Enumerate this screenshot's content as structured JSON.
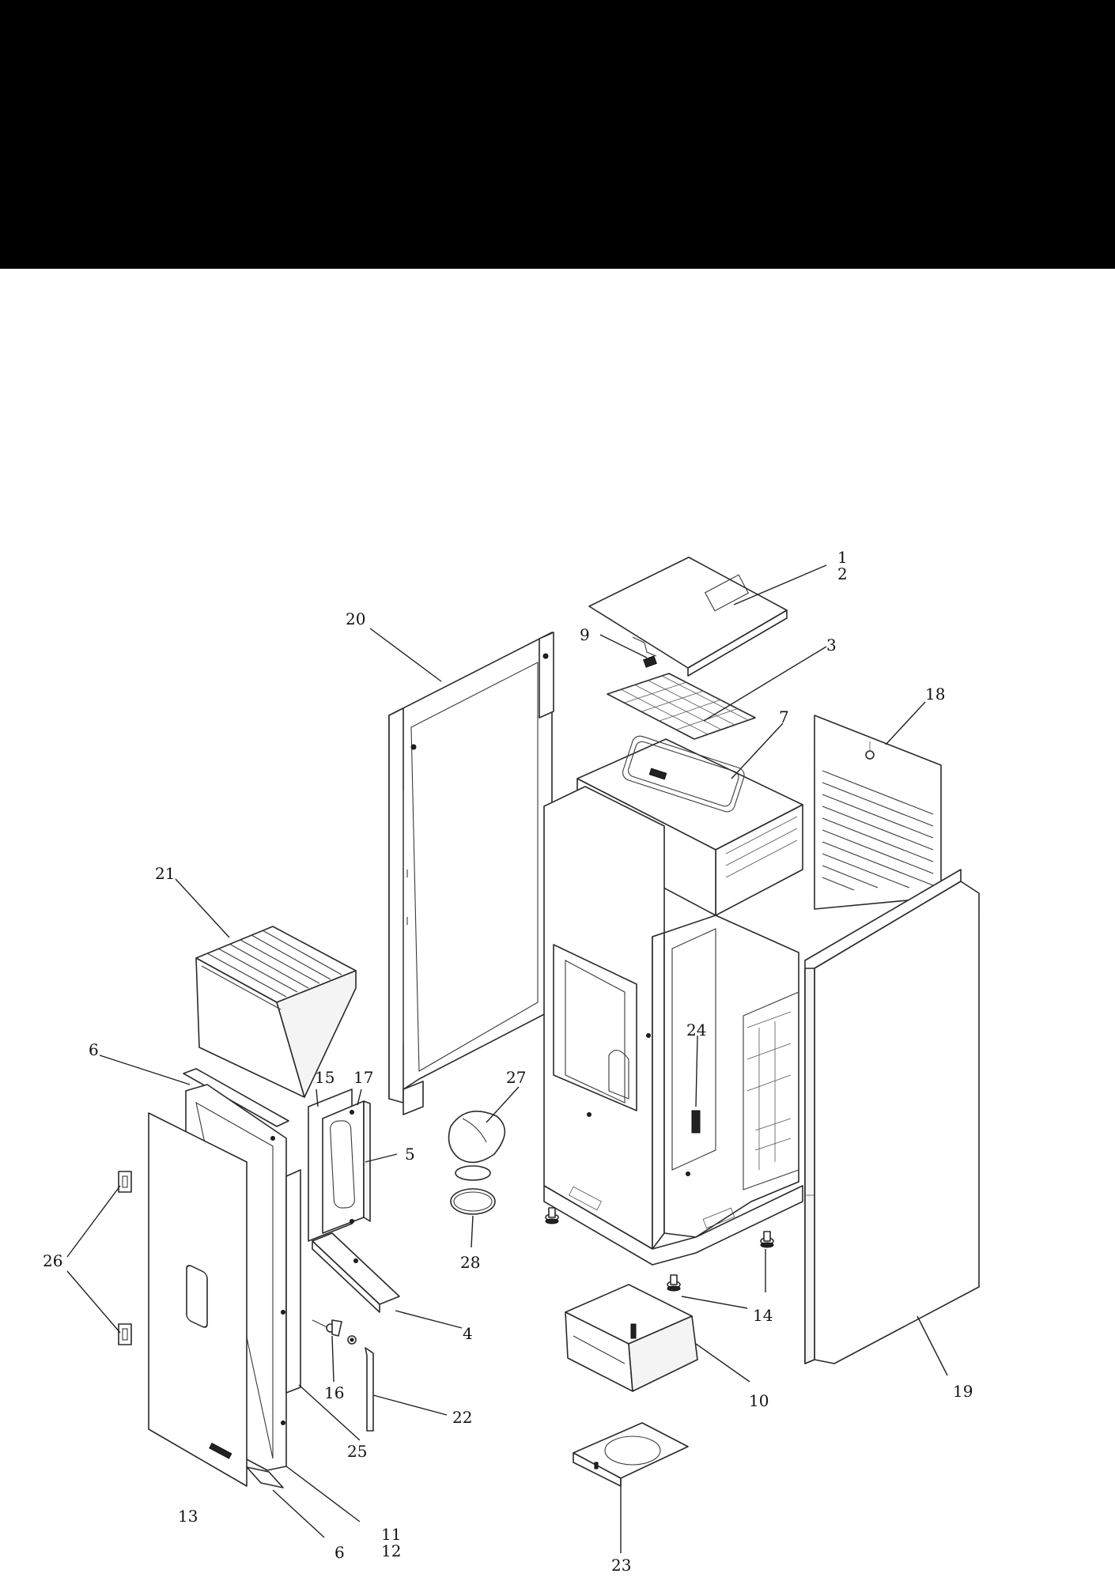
{
  "diagram": {
    "callouts": [
      {
        "id": "c1",
        "text": "1"
      },
      {
        "id": "c2",
        "text": "2"
      },
      {
        "id": "c3",
        "text": "3"
      },
      {
        "id": "c4",
        "text": "4"
      },
      {
        "id": "c5",
        "text": "5"
      },
      {
        "id": "c6a",
        "text": "6"
      },
      {
        "id": "c6b",
        "text": "6"
      },
      {
        "id": "c7",
        "text": "7"
      },
      {
        "id": "c9",
        "text": "9"
      },
      {
        "id": "c10",
        "text": "10"
      },
      {
        "id": "c11",
        "text": "11"
      },
      {
        "id": "c12",
        "text": "12"
      },
      {
        "id": "c13",
        "text": "13"
      },
      {
        "id": "c14",
        "text": "14"
      },
      {
        "id": "c15",
        "text": "15"
      },
      {
        "id": "c16",
        "text": "16"
      },
      {
        "id": "c17",
        "text": "17"
      },
      {
        "id": "c18",
        "text": "18"
      },
      {
        "id": "c19",
        "text": "19"
      },
      {
        "id": "c20",
        "text": "20"
      },
      {
        "id": "c21",
        "text": "21"
      },
      {
        "id": "c22",
        "text": "22"
      },
      {
        "id": "c23",
        "text": "23"
      },
      {
        "id": "c24",
        "text": "24"
      },
      {
        "id": "c25",
        "text": "25"
      },
      {
        "id": "c26",
        "text": "26"
      },
      {
        "id": "c27",
        "text": "27"
      },
      {
        "id": "c28",
        "text": "28"
      }
    ]
  }
}
